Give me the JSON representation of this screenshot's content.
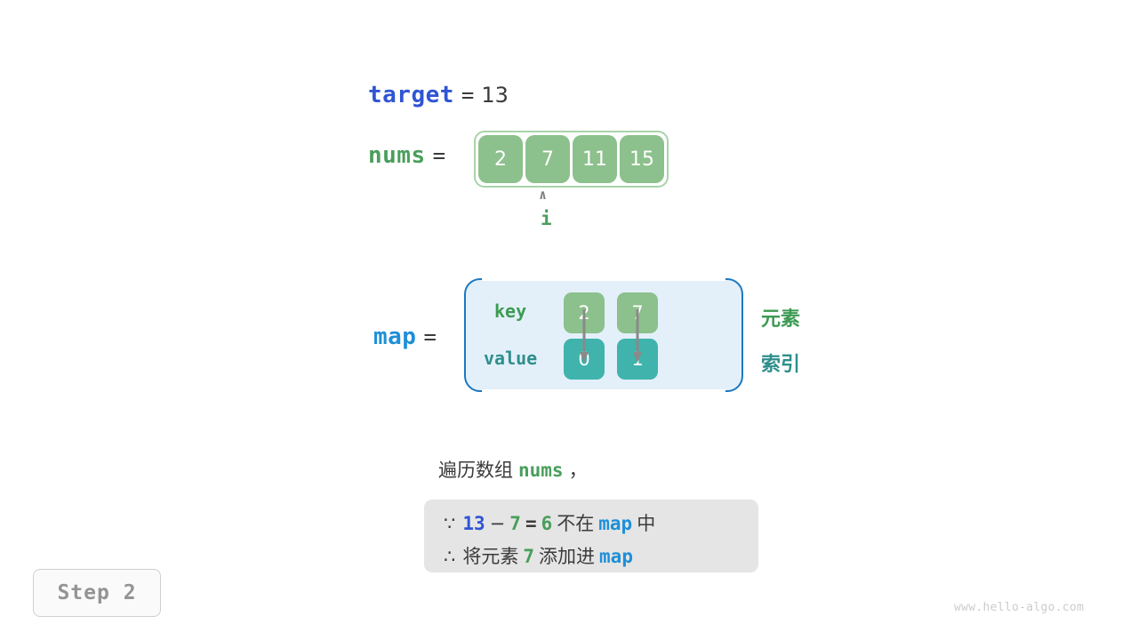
{
  "target": {
    "name": "target",
    "equals": "=",
    "value": "13"
  },
  "nums": {
    "name": "nums",
    "equals": "=",
    "cells": [
      "2",
      "7",
      "11",
      "15"
    ],
    "pointer": {
      "caret": "∧",
      "label": "i",
      "index": 1
    }
  },
  "map": {
    "name": "map",
    "equals": "=",
    "key_row_label": "key",
    "value_row_label": "value",
    "keys": [
      "2",
      "7"
    ],
    "values": [
      "0",
      "1"
    ],
    "side_labels": {
      "element": "元素",
      "index": "索引"
    }
  },
  "caption": {
    "prefix": "遍历数组",
    "keyword": "nums",
    "suffix": "，"
  },
  "reasoning": {
    "line1": {
      "symbol": "∵",
      "a": "13",
      "minus": "−",
      "b": "7",
      "eq": "=",
      "result": "6",
      "text1": "不在",
      "map": "map",
      "text2": "中"
    },
    "line2": {
      "symbol": "∴",
      "text1": "将元素",
      "value": "7",
      "text2": "添加进",
      "map": "map"
    }
  },
  "step_badge": {
    "label": "Step 2"
  },
  "watermark": {
    "text": "www.hello-algo.com"
  },
  "colors": {
    "blue": "#2f55d4",
    "light_blue": "#1f8fd8",
    "green": "#4a9e5c",
    "cell_green": "#8cc08c",
    "teal": "#3fb3ac",
    "map_bg": "#e3f0fa",
    "map_border": "#1b78c2",
    "reason_bg": "#e5e5e5",
    "gray_text": "#949494"
  }
}
